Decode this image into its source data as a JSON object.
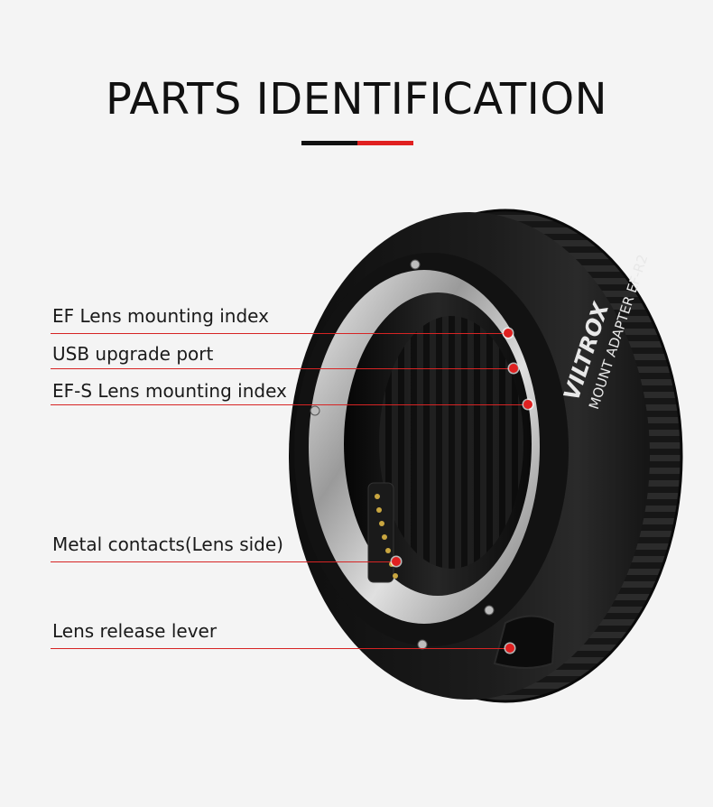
{
  "page": {
    "title": "PARTS IDENTIFICATION"
  },
  "colors": {
    "background": "#f4f4f4",
    "title_bar_black": "#111111",
    "accent_red": "#e02020",
    "callout_line": "#d62424"
  },
  "product": {
    "brand": "VILTROX",
    "model": "MOUNT ADAPTER EF-R2"
  },
  "callouts": [
    {
      "label": "EF Lens mounting index"
    },
    {
      "label": "USB upgrade port"
    },
    {
      "label": "EF-S Lens mounting index"
    },
    {
      "label": "Metal contacts(Lens side)"
    },
    {
      "label": "Lens release lever"
    }
  ]
}
